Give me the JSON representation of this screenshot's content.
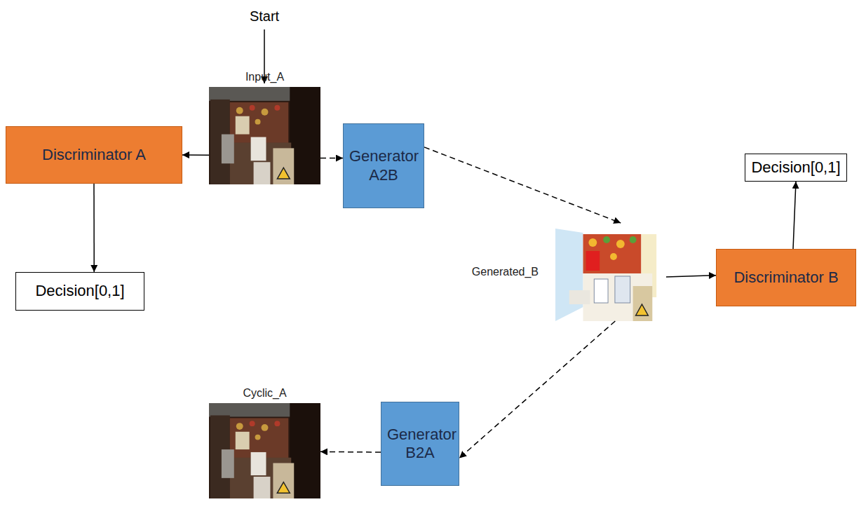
{
  "diagram": {
    "nodes": [
      {
        "text": [
          "Input_A"
        ]
      },
      {
        "text": [
          "Discriminator A"
        ]
      },
      {
        "text": [
          "Generator A2B"
        ]
      },
      {
        "text": [
          "Decision[0,1]"
        ]
      },
      {
        "text": [
          "Decision[0,1]"
        ]
      },
      {
        "text": [
          "Generated_B"
        ]
      },
      {
        "text": [
          "Discriminator B"
        ]
      },
      {
        "text": [
          "Generator B2A"
        ]
      },
      {
        "text": [
          "Cyclic_A"
        ]
      }
    ],
    "edges": [
      {
        "from": 0,
        "to": 1,
        "arrow": "to"
      },
      {
        "from": 1,
        "to": 4,
        "arrow": "to"
      },
      {
        "from": 0,
        "to": 2,
        "arrow": "to"
      },
      {
        "from": 2,
        "to": 5,
        "arrow": "to"
      },
      {
        "from": 5,
        "to": 6,
        "arrow": "to"
      },
      {
        "from": 6,
        "to": 3,
        "arrow": "to"
      },
      {
        "from": 5,
        "to": 7,
        "arrow": "to"
      },
      {
        "from": 7,
        "to": 8,
        "arrow": "to"
      }
    ],
    "labels": [
      "Start"
    ]
  }
}
